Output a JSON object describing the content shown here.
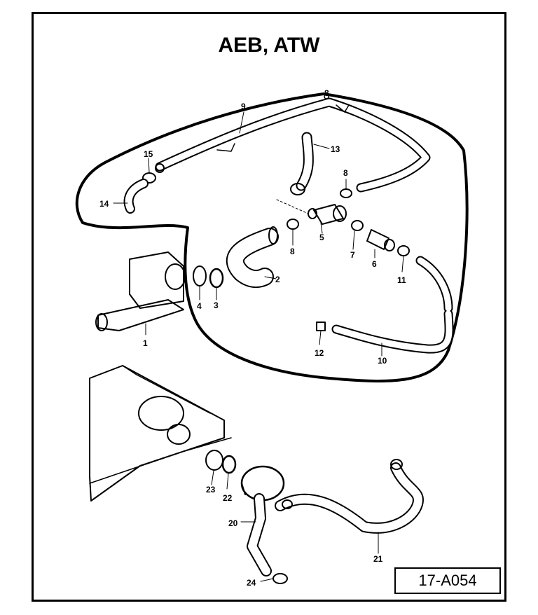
{
  "title": "AEB, ATW",
  "reference": "17-A054",
  "parts": [
    {
      "id": "p1",
      "label": "1"
    },
    {
      "id": "p2",
      "label": "2"
    },
    {
      "id": "p3",
      "label": "3"
    },
    {
      "id": "p4",
      "label": "4"
    },
    {
      "id": "p5",
      "label": "5"
    },
    {
      "id": "p6",
      "label": "6"
    },
    {
      "id": "p7",
      "label": "7"
    },
    {
      "id": "p8a",
      "label": "8"
    },
    {
      "id": "p8b",
      "label": "8"
    },
    {
      "id": "p8c",
      "label": "8"
    },
    {
      "id": "p9",
      "label": "9"
    },
    {
      "id": "p10",
      "label": "10"
    },
    {
      "id": "p11",
      "label": "11"
    },
    {
      "id": "p12",
      "label": "12"
    },
    {
      "id": "p13",
      "label": "13"
    },
    {
      "id": "p14",
      "label": "14"
    },
    {
      "id": "p15",
      "label": "15"
    },
    {
      "id": "p20",
      "label": "20"
    },
    {
      "id": "p21",
      "label": "21"
    },
    {
      "id": "p22",
      "label": "22"
    },
    {
      "id": "p23",
      "label": "23"
    },
    {
      "id": "p24",
      "label": "24"
    }
  ]
}
